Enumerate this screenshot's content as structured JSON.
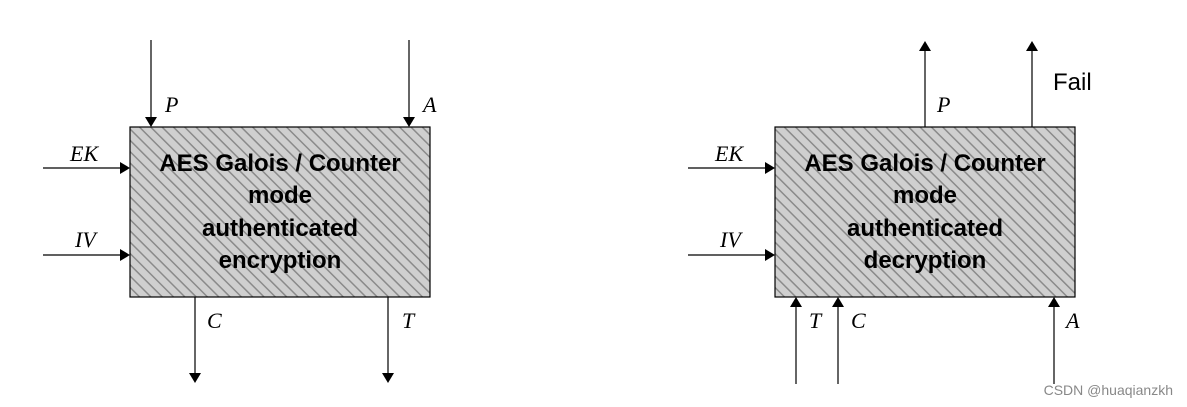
{
  "colors": {
    "hatch_fill": "#cfcfcf",
    "hatch_line": "#8a8a8a",
    "stroke": "#000000",
    "watermark": "#888888"
  },
  "encrypt": {
    "title_lines": [
      "AES Galois / Counter",
      "mode",
      "authenticated",
      "encryption"
    ],
    "inputs": {
      "plaintext": "P",
      "aad": "A",
      "key": "EK",
      "iv": "IV"
    },
    "outputs": {
      "ciphertext": "C",
      "tag": "T"
    }
  },
  "decrypt": {
    "title_lines": [
      "AES Galois / Counter",
      "mode",
      "authenticated",
      "decryption"
    ],
    "inputs": {
      "key": "EK",
      "iv": "IV",
      "tag": "T",
      "ciphertext": "C",
      "aad": "A"
    },
    "outputs": {
      "plaintext": "P",
      "fail": "Fail"
    }
  },
  "watermark": "CSDN @huaqianzkh"
}
